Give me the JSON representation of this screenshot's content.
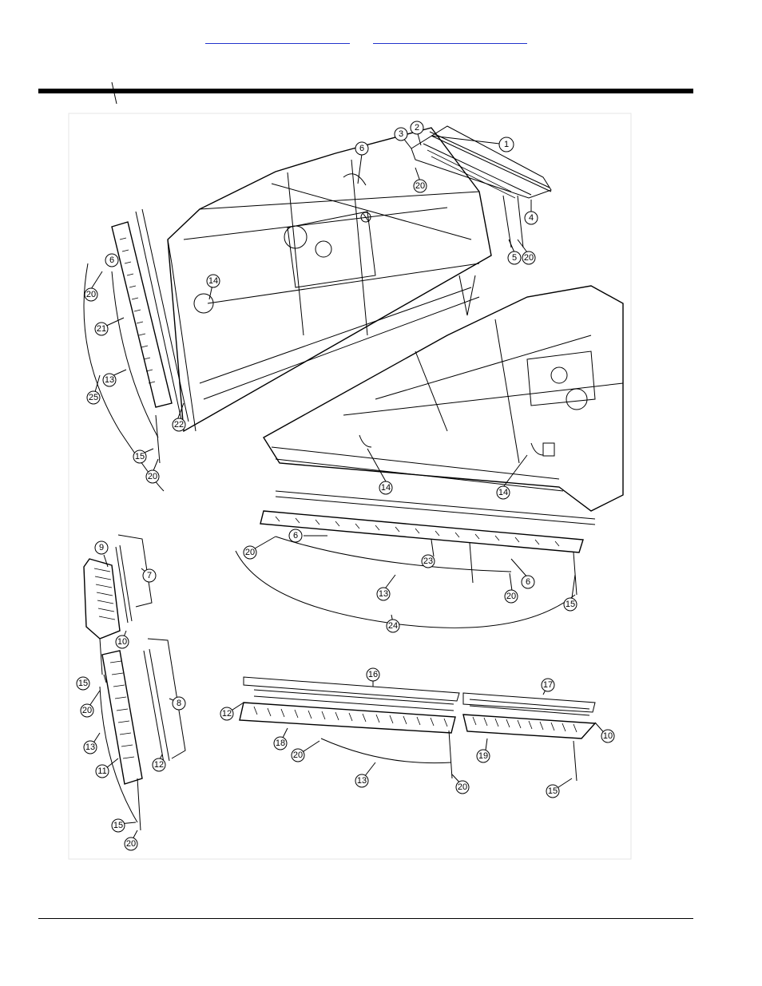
{
  "header": {
    "link_left": "",
    "link_right": ""
  },
  "callouts": [
    "1",
    "2",
    "3",
    "4",
    "5",
    "6",
    "7",
    "8",
    "9",
    "10",
    "11",
    "12",
    "13",
    "14",
    "15",
    "16",
    "17",
    "18",
    "19",
    "20",
    "21",
    "22",
    "23",
    "24",
    "25"
  ]
}
